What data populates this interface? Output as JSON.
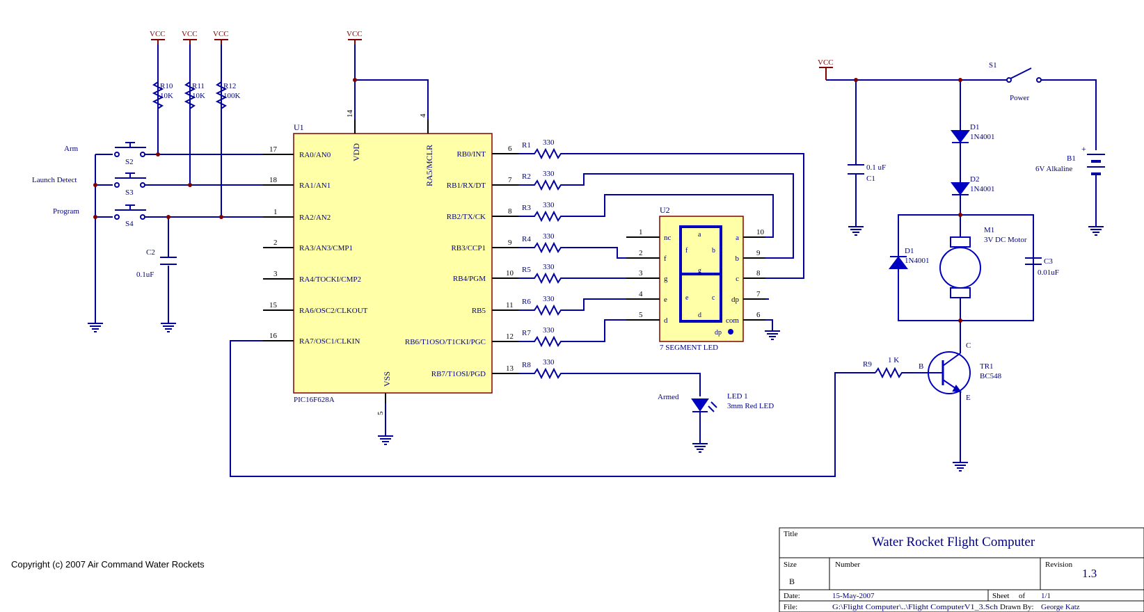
{
  "colors": {
    "wire": "#0000a0",
    "part": "#800000",
    "text": "#000080",
    "chip": "#ffffa8",
    "pin": "#000000"
  },
  "power": {
    "vcc": "VCC"
  },
  "resistors": {
    "r10": {
      "ref": "R10",
      "value": "10K"
    },
    "r11": {
      "ref": "R11",
      "value": "10K"
    },
    "r12": {
      "ref": "R12",
      "value": "100K"
    },
    "r1": {
      "ref": "R1",
      "value": "330"
    },
    "r2": {
      "ref": "R2",
      "value": "330"
    },
    "r3": {
      "ref": "R3",
      "value": "330"
    },
    "r4": {
      "ref": "R4",
      "value": "330"
    },
    "r5": {
      "ref": "R5",
      "value": "330"
    },
    "r6": {
      "ref": "R6",
      "value": "330"
    },
    "r7": {
      "ref": "R7",
      "value": "330"
    },
    "r8": {
      "ref": "R8",
      "value": "330"
    },
    "r9": {
      "ref": "R9",
      "value": "1 K"
    }
  },
  "switches": {
    "s2": {
      "ref": "S2",
      "label": "Arm"
    },
    "s3": {
      "ref": "S3",
      "label": "Launch Detect"
    },
    "s4": {
      "ref": "S4",
      "label": "Program"
    },
    "s1": {
      "ref": "S1",
      "label": "Power"
    }
  },
  "capacitors": {
    "c1": {
      "ref": "C1",
      "value": "0.1 uF"
    },
    "c2": {
      "ref": "C2",
      "value": "0.1uF"
    },
    "c3": {
      "ref": "C3",
      "value": "0.01uF"
    }
  },
  "u1": {
    "ref": "U1",
    "part": "PIC16F628A",
    "vdd": "VDD",
    "mclr": "RA5/MCLR",
    "vss": "VSS",
    "pin_vdd": "14",
    "pin_mclr": "4",
    "pin_vss": "5",
    "left_pins": [
      {
        "num": "17",
        "name": "RA0/AN0"
      },
      {
        "num": "18",
        "name": "RA1/AN1"
      },
      {
        "num": "1",
        "name": "RA2/AN2"
      },
      {
        "num": "2",
        "name": "RA3/AN3/CMP1"
      },
      {
        "num": "3",
        "name": "RA4/TOCKI/CMP2"
      },
      {
        "num": "15",
        "name": "RA6/OSC2/CLKOUT"
      },
      {
        "num": "16",
        "name": "RA7/OSC1/CLKIN"
      }
    ],
    "right_pins": [
      {
        "num": "6",
        "name": "RB0/INT"
      },
      {
        "num": "7",
        "name": "RB1/RX/DT"
      },
      {
        "num": "8",
        "name": "RB2/TX/CK"
      },
      {
        "num": "9",
        "name": "RB3/CCP1"
      },
      {
        "num": "10",
        "name": "RB4/PGM"
      },
      {
        "num": "11",
        "name": "RB5"
      },
      {
        "num": "12",
        "name": "RB6/T1OSO/T1CKI/PGC"
      },
      {
        "num": "13",
        "name": "RB7/T1OSI/PGD"
      }
    ]
  },
  "u2": {
    "ref": "U2",
    "part": "7 SEGMENT LED",
    "left_pins": [
      {
        "num": "1",
        "name": "nc"
      },
      {
        "num": "2",
        "name": "f"
      },
      {
        "num": "3",
        "name": "g"
      },
      {
        "num": "4",
        "name": "e"
      },
      {
        "num": "5",
        "name": "d"
      }
    ],
    "right_pins": [
      {
        "num": "10",
        "name": "a"
      },
      {
        "num": "9",
        "name": "b"
      },
      {
        "num": "8",
        "name": "c"
      },
      {
        "num": "7",
        "name": "dp"
      },
      {
        "num": "6",
        "name": "com"
      }
    ],
    "segments": {
      "a": "a",
      "b": "b",
      "c": "c",
      "d": "d",
      "e": "e",
      "f": "f",
      "g": "g",
      "dp": "dp"
    }
  },
  "led1": {
    "ref": "LED 1",
    "part": "3mm Red LED",
    "label": "Armed"
  },
  "diodes": {
    "d1": {
      "ref": "D1",
      "part": "1N4001"
    },
    "d2": {
      "ref": "D2",
      "part": "1N4001"
    },
    "d1b": {
      "ref": "D1",
      "part": "1N4001"
    }
  },
  "battery": {
    "ref": "B1",
    "part": "6V Alkaline",
    "plus": "+"
  },
  "motor": {
    "ref": "M1",
    "part": "3V DC Motor"
  },
  "transistor": {
    "ref": "TR1",
    "part": "BC548",
    "c": "C",
    "b": "B",
    "e": "E"
  },
  "title_block": {
    "title_label": "Title",
    "title": "Water Rocket Flight Computer",
    "size_label": "Size",
    "size": "B",
    "number_label": "Number",
    "revision_label": "Revision",
    "revision": "1.3",
    "date_label": "Date:",
    "date": "15-May-2007",
    "sheet_label": "Sheet",
    "of_label": "of",
    "sheet": "1/1",
    "file_label": "File:",
    "file": "G:\\Flight Computer\\..\\Flight ComputerV1_3.Sch",
    "drawn_label": "Drawn By:",
    "drawn_by": "George Katz"
  },
  "copyright": "Copyright (c) 2007 Air Command Water Rockets"
}
